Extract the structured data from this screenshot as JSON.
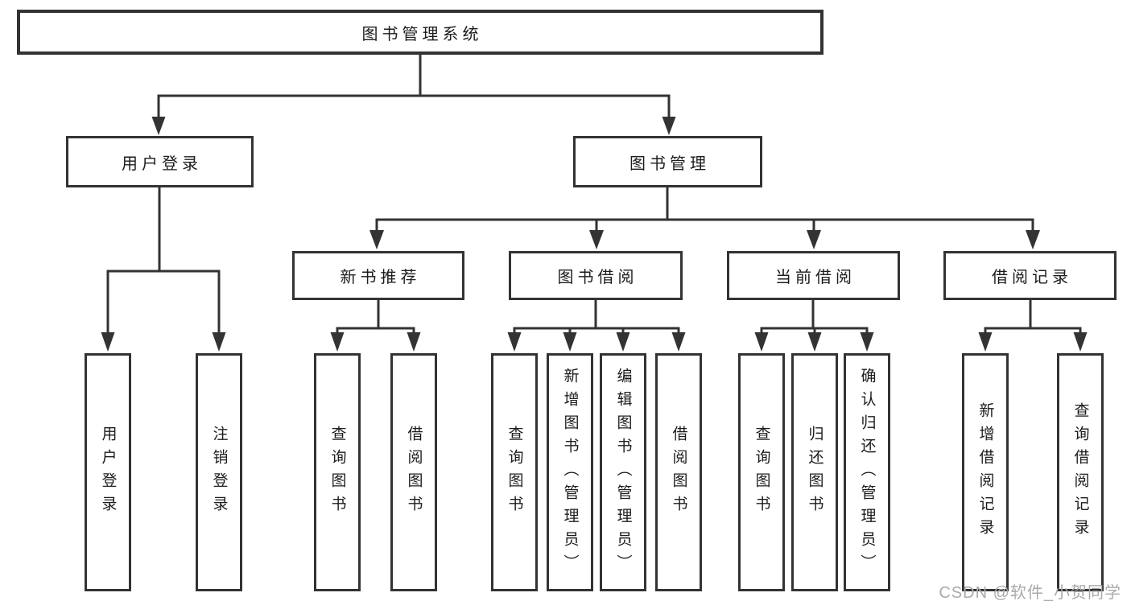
{
  "diagram": {
    "tree": {
      "root": {
        "label": "图书管理系统"
      },
      "branches": [
        {
          "label": "用户登录",
          "children": [
            {
              "label": "用户登录"
            },
            {
              "label": "注销登录"
            }
          ]
        },
        {
          "label": "图书管理",
          "sections": [
            {
              "label": "新书推荐",
              "children": [
                {
                  "label": "查询图书"
                },
                {
                  "label": "借阅图书"
                }
              ]
            },
            {
              "label": "图书借阅",
              "children": [
                {
                  "label": "查询图书"
                },
                {
                  "label": "新增图书（管理员）"
                },
                {
                  "label": "编辑图书（管理员）"
                },
                {
                  "label": "借阅图书"
                }
              ]
            },
            {
              "label": "当前借阅",
              "children": [
                {
                  "label": "查询图书"
                },
                {
                  "label": "归还图书"
                },
                {
                  "label": "确认归还（管理员）"
                }
              ]
            },
            {
              "label": "借阅记录",
              "children": [
                {
                  "label": "新增借阅记录"
                },
                {
                  "label": "查询借阅记录"
                }
              ]
            }
          ]
        }
      ]
    },
    "colors": {
      "line": "#333333",
      "box_border": "#333333",
      "box_fill": "#ffffff",
      "text": "#1c1c1c",
      "watermark_text": "#aaaaaa",
      "background": "#ffffff"
    }
  },
  "watermark": {
    "text": "CSDN @软件_小贺同学"
  }
}
